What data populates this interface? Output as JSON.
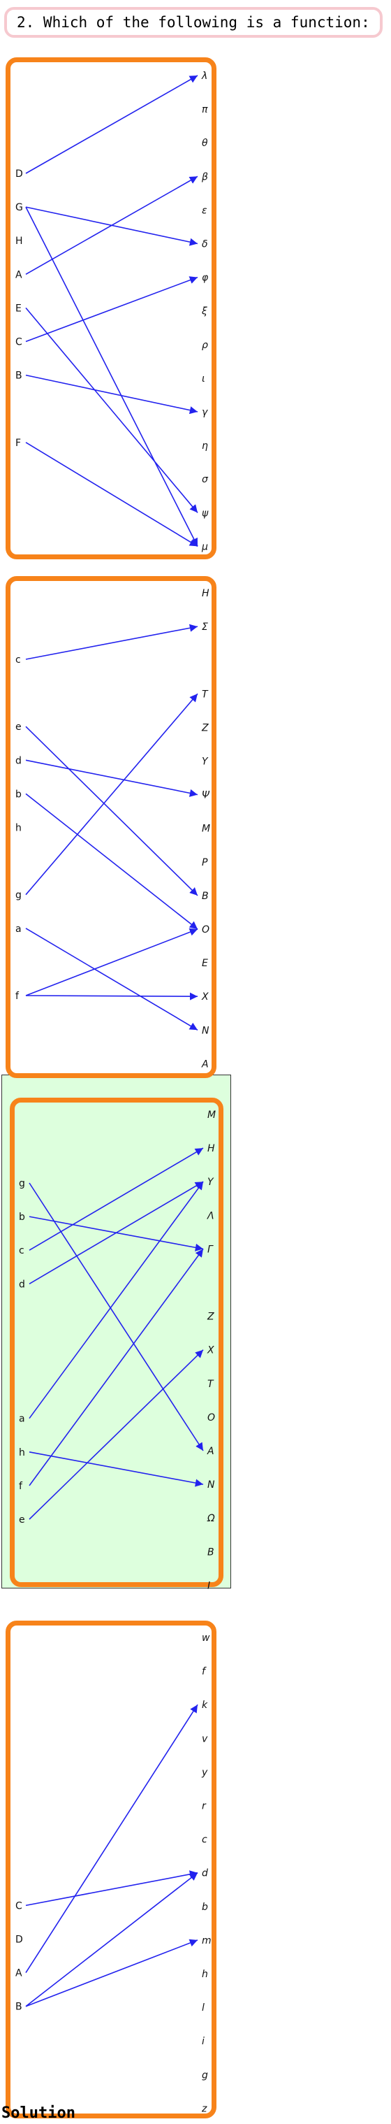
{
  "question": "2. Which of the following is a function:",
  "solution_label": "Solution",
  "colors": {
    "panel_border": "#f7831a",
    "highlight_bg": "#ddffdd",
    "arrow": "#2222ee",
    "question_border": "#f6c9cf"
  },
  "highlighted_option": 3,
  "options": [
    {
      "left": [
        "D",
        "G",
        "H",
        "A",
        "E",
        "C",
        "B",
        "",
        "F"
      ],
      "right": [
        "λ",
        "π",
        "θ",
        "β",
        "ε",
        "δ",
        "φ",
        "ξ",
        "ρ",
        "ι",
        "γ",
        "η",
        "σ",
        "ψ",
        "μ"
      ],
      "mappings": [
        [
          "D",
          "λ"
        ],
        [
          "G",
          "δ"
        ],
        [
          "G",
          "μ"
        ],
        [
          "A",
          "β"
        ],
        [
          "E",
          "ψ"
        ],
        [
          "C",
          "φ"
        ],
        [
          "B",
          "γ"
        ],
        [
          "F",
          "μ"
        ]
      ]
    },
    {
      "left": [
        "c",
        "",
        "e",
        "d",
        "b",
        "h",
        "",
        "g",
        "a",
        "",
        "f"
      ],
      "right": [
        "H",
        "Σ",
        "",
        "T",
        "Z",
        "Y",
        "Ψ",
        "M",
        "P",
        "B",
        "O",
        "E",
        "X",
        "N",
        "A"
      ],
      "mappings": [
        [
          "c",
          "Σ"
        ],
        [
          "e",
          "B"
        ],
        [
          "d",
          "Ψ"
        ],
        [
          "b",
          "O"
        ],
        [
          "g",
          "T"
        ],
        [
          "a",
          "N"
        ],
        [
          "f",
          "O"
        ],
        [
          "f",
          "X"
        ]
      ]
    },
    {
      "left": [
        "g",
        "b",
        "c",
        "d",
        "",
        "",
        "",
        "a",
        "h",
        "f",
        "e"
      ],
      "right": [
        "M",
        "H",
        "Y",
        "Λ",
        "Γ",
        "",
        "Z",
        "X",
        "T",
        "O",
        "A",
        "N",
        "Ω",
        "B",
        "I"
      ],
      "mappings": [
        [
          "g",
          "A"
        ],
        [
          "b",
          "Γ"
        ],
        [
          "c",
          "H"
        ],
        [
          "d",
          "Y"
        ],
        [
          "a",
          "Y"
        ],
        [
          "h",
          "N"
        ],
        [
          "f",
          "Γ"
        ],
        [
          "e",
          "X"
        ]
      ]
    },
    {
      "left": [
        "",
        "",
        "",
        "",
        "C",
        "D",
        "A",
        "B"
      ],
      "right": [
        "w",
        "f",
        "k",
        "v",
        "y",
        "r",
        "c",
        "d",
        "b",
        "m",
        "h",
        "l",
        "i",
        "g",
        "z"
      ],
      "mappings": [
        [
          "C",
          "d"
        ],
        [
          "A",
          "k"
        ],
        [
          "B",
          "d"
        ],
        [
          "B",
          "m"
        ]
      ]
    }
  ]
}
